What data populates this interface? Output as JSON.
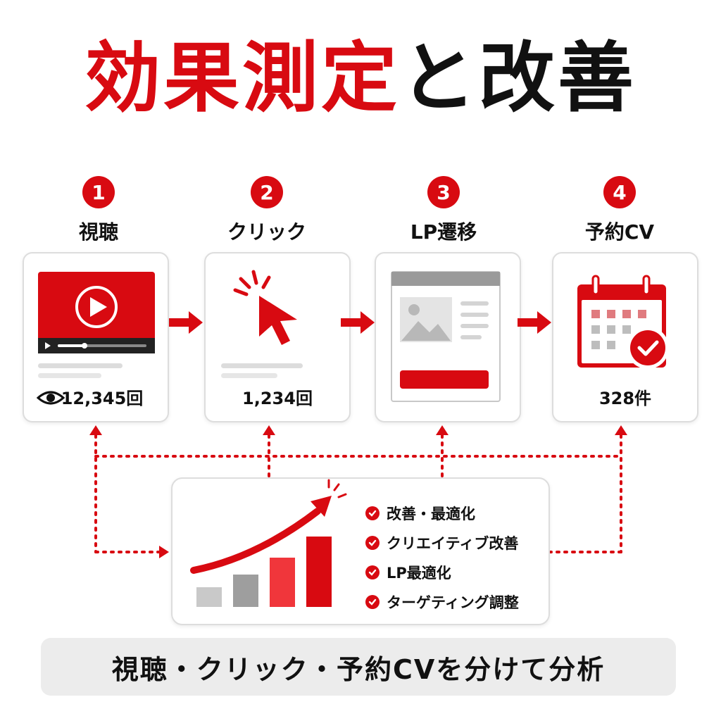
{
  "title": {
    "part_red": "効果測定",
    "part_black": "と改善"
  },
  "steps": [
    {
      "number": "1",
      "label": "視聴",
      "count": "12,345回",
      "icon": "video-player-icon"
    },
    {
      "number": "2",
      "label": "クリック",
      "count": "1,234回",
      "icon": "cursor-click-icon"
    },
    {
      "number": "3",
      "label": "LP遷移",
      "count": "",
      "icon": "landing-page-icon"
    },
    {
      "number": "4",
      "label": "予約CV",
      "count": "328件",
      "icon": "calendar-check-icon"
    }
  ],
  "improvement": {
    "items": [
      "改善・最適化",
      "クリエイティブ改善",
      "LP最適化",
      "ターゲティング調整"
    ],
    "icon": "growth-bar-chart-icon"
  },
  "footer": {
    "text": "視聴・クリック・予約CVを分けて分析"
  },
  "colors": {
    "accent": "#d80a11",
    "text": "#111111",
    "gray": "#b5b5b5",
    "card_border": "#dddddd"
  }
}
